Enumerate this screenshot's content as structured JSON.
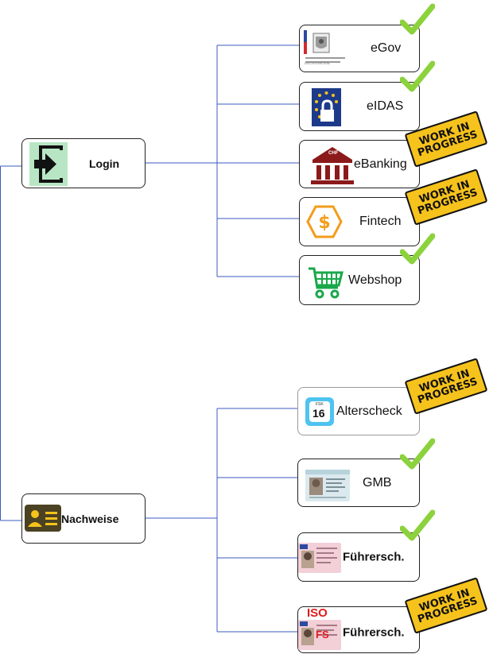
{
  "root": {
    "login": {
      "label": "Login"
    },
    "nachweise": {
      "label": "Nachweise"
    }
  },
  "login_children": [
    {
      "label": "eGov",
      "status": "done",
      "icon": "liechtenstein-crest-icon"
    },
    {
      "label": "eIDAS",
      "status": "done",
      "icon": "eu-lock-icon"
    },
    {
      "label": "eBanking",
      "status": "work-in-progress",
      "icon": "bank-chf-icon"
    },
    {
      "label": "Fintech",
      "status": "work-in-progress",
      "icon": "dollar-hexagon-icon"
    },
    {
      "label": "Webshop",
      "status": "done",
      "icon": "shopping-cart-icon"
    }
  ],
  "nachweise_children": [
    {
      "label": "Alterscheck",
      "status": "work-in-progress",
      "icon": "age-16-icon"
    },
    {
      "label": "GMB",
      "status": "done",
      "icon": "id-card-icon"
    },
    {
      "label": "Führersch.",
      "status": "done",
      "icon": "drivers-license-icon"
    },
    {
      "label": "Führersch.",
      "status": "work-in-progress",
      "icon": "iso-drivers-license-icon",
      "badge_top": "ISO",
      "badge_bottom": "FS"
    }
  ],
  "stamp": {
    "line1": "WORK IN",
    "line2": "PROGRESS"
  },
  "egov_crest_caption": "LIECHTENSTEIN",
  "banking_icon_caption": "CHF",
  "age_icon": {
    "top": "FSK",
    "number": "16"
  },
  "colors": {
    "connector": "#3b5bbf",
    "check": "#8cd23c",
    "stamp": "#f6c21c",
    "iso_text": "#e31b1b"
  }
}
